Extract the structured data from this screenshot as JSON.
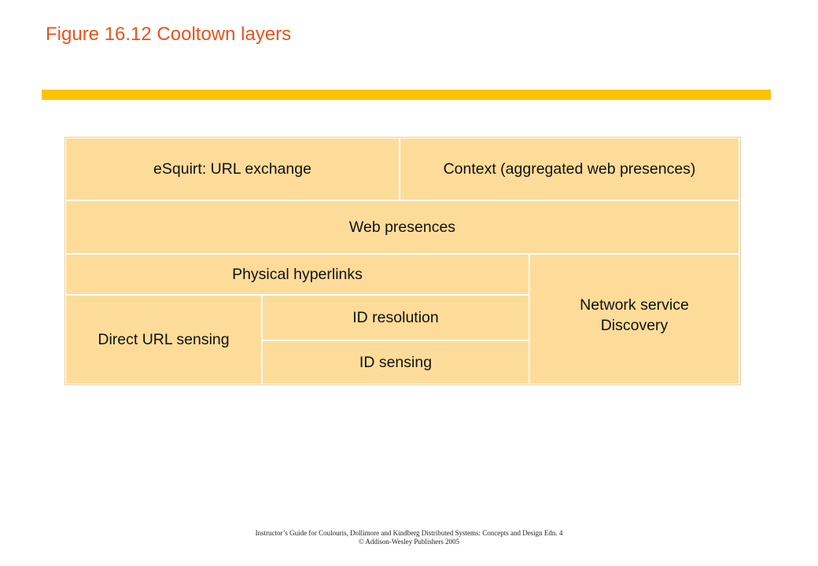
{
  "title": "Figure 16.12 Cooltown layers",
  "colors": {
    "title": "#e8541c",
    "accent_bar": "#fdc300",
    "layer_fill": "#fddc9a",
    "layer_border": "#ffffff"
  },
  "layers": {
    "esquirt": "eSquirt: URL exchange",
    "context": "Context (aggregated web presences)",
    "web_presences": "Web presences",
    "physical_hyperlinks": "Physical hyperlinks",
    "network_service": "Network service\nDiscovery",
    "direct_url_sensing": "Direct URL sensing",
    "id_resolution": "ID resolution",
    "id_sensing": "ID sensing"
  },
  "footer": {
    "line1": "Instructor’s Guide for  Coulouris, Dollimore and Kindberg   Distributed Systems: Concepts and Design   Edn. 4",
    "line2": "©  Addison-Wesley Publishers 2005"
  }
}
